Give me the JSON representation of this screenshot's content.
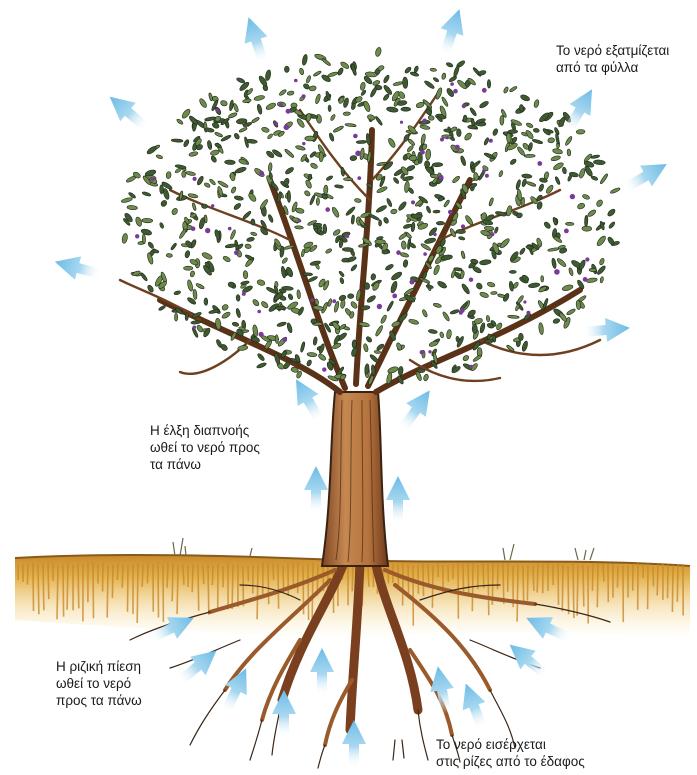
{
  "labels": {
    "evaporation": "Το νερό εξατμίζεται\nαπό τα φύλλα",
    "transpiration_pull": "Η έλξη διαπνοής\nωθεί το νερό προς\nτα πάνω",
    "root_pressure": "Η ριζική πίεση\nωθεί το νερό\nπρος τα πάνω",
    "soil_entry": "Το νερό εισέρχεται\nστις ρίζες από το έδαφος"
  },
  "colors": {
    "arrow": "#7cc3e8",
    "soil": "#d9a43c",
    "trunk": "#b06a38",
    "leaf_dark": "#3f5a32",
    "leaf_light": "#6e8a4c",
    "berry": "#7a3a9a"
  },
  "icons": {
    "arrow": "up-arrow-icon"
  }
}
